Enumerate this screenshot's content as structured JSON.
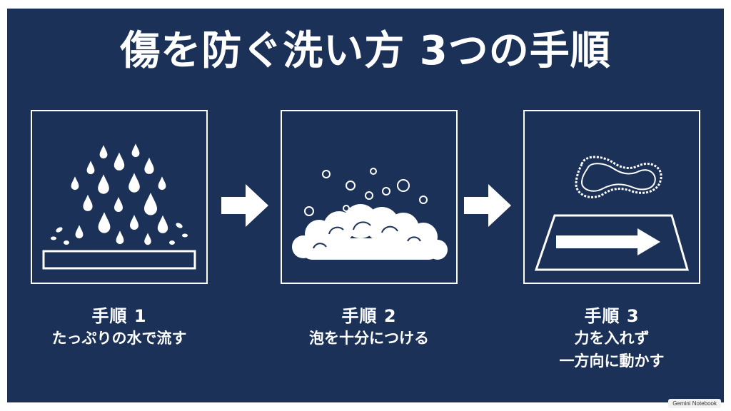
{
  "title": "傷を防ぐ洗い方 3つの手順",
  "steps": [
    {
      "title": "手順 1",
      "desc_lines": [
        "たっぷりの水で流す"
      ],
      "icon": "water-drops-icon"
    },
    {
      "title": "手順 2",
      "desc_lines": [
        "泡を十分につける"
      ],
      "icon": "foam-bubbles-icon"
    },
    {
      "title": "手順 3",
      "desc_lines": [
        "力を入れず",
        "一方向に動かす"
      ],
      "icon": "sponge-wipe-icon"
    }
  ],
  "badge": "Gemini Notebook",
  "colors": {
    "background": "#1b3157",
    "foreground": "#ffffff"
  }
}
